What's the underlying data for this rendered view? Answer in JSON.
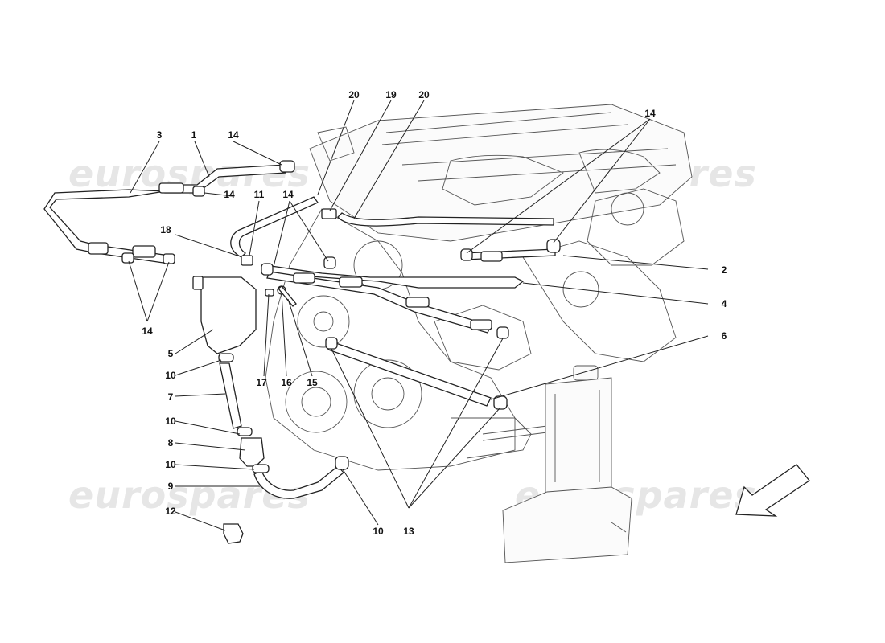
{
  "watermark": {
    "text": "eurospares"
  },
  "callouts": [
    {
      "id": "c1",
      "number": "1"
    },
    {
      "id": "c2",
      "number": "2"
    },
    {
      "id": "c3",
      "number": "3"
    },
    {
      "id": "c4",
      "number": "4"
    },
    {
      "id": "c5",
      "number": "5"
    },
    {
      "id": "c6",
      "number": "6"
    },
    {
      "id": "c7",
      "number": "7"
    },
    {
      "id": "c8",
      "number": "8"
    },
    {
      "id": "c9",
      "number": "9"
    },
    {
      "id": "c10a",
      "number": "10"
    },
    {
      "id": "c10b",
      "number": "10"
    },
    {
      "id": "c10c",
      "number": "10"
    },
    {
      "id": "c10d",
      "number": "10"
    },
    {
      "id": "c11",
      "number": "11"
    },
    {
      "id": "c12",
      "number": "12"
    },
    {
      "id": "c13",
      "number": "13"
    },
    {
      "id": "c14a",
      "number": "14"
    },
    {
      "id": "c14b",
      "number": "14"
    },
    {
      "id": "c14c",
      "number": "14"
    },
    {
      "id": "c14d",
      "number": "14"
    },
    {
      "id": "c14e",
      "number": "14"
    },
    {
      "id": "c15",
      "number": "15"
    },
    {
      "id": "c16",
      "number": "16"
    },
    {
      "id": "c17",
      "number": "17"
    },
    {
      "id": "c18",
      "number": "18"
    },
    {
      "id": "c19",
      "number": "19"
    },
    {
      "id": "c20a",
      "number": "20"
    },
    {
      "id": "c20b",
      "number": "20"
    }
  ],
  "colors": {
    "line": "#222222",
    "watermark": "#e6e6e6",
    "background": "#ffffff"
  }
}
